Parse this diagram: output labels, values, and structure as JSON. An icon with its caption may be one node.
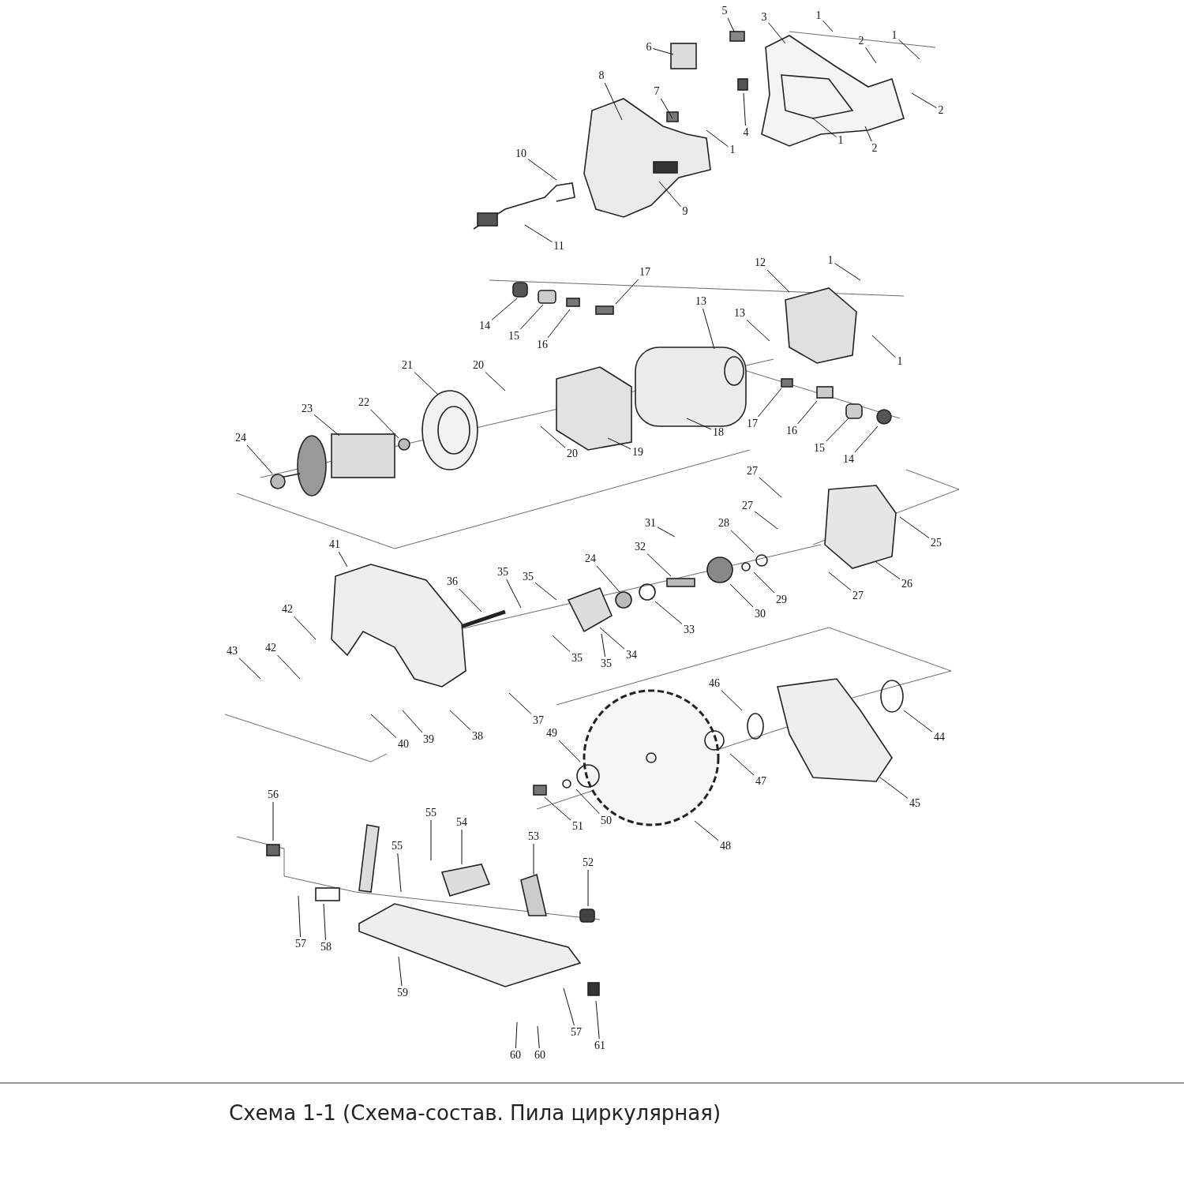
{
  "diagram": {
    "caption": "Схема 1-1 (Схема-состав. Пила циркулярная)",
    "nodes": [
      {
        "text": [
          "1"
        ]
      },
      {
        "text": [
          "1"
        ]
      },
      {
        "text": [
          "2"
        ]
      },
      {
        "text": [
          "3"
        ]
      },
      {
        "text": [
          "5"
        ]
      },
      {
        "text": [
          "6"
        ]
      },
      {
        "text": [
          "7"
        ]
      },
      {
        "text": [
          "8"
        ]
      },
      {
        "text": [
          "2"
        ]
      },
      {
        "text": [
          "1"
        ]
      },
      {
        "text": [
          "4"
        ]
      },
      {
        "text": [
          "1"
        ]
      },
      {
        "text": [
          "2"
        ]
      },
      {
        "text": [
          "10"
        ]
      },
      {
        "text": [
          "9"
        ]
      },
      {
        "text": [
          "11"
        ]
      },
      {
        "text": [
          "1"
        ]
      },
      {
        "text": [
          "12"
        ]
      },
      {
        "text": [
          "17"
        ]
      },
      {
        "text": [
          "13"
        ]
      },
      {
        "text": [
          "13"
        ]
      },
      {
        "text": [
          "14"
        ]
      },
      {
        "text": [
          "15"
        ]
      },
      {
        "text": [
          "16"
        ]
      },
      {
        "text": [
          "1"
        ]
      },
      {
        "text": [
          "20"
        ]
      },
      {
        "text": [
          "21"
        ]
      },
      {
        "text": [
          "23"
        ]
      },
      {
        "text": [
          "22"
        ]
      },
      {
        "text": [
          "24"
        ]
      },
      {
        "text": [
          "17"
        ]
      },
      {
        "text": [
          "16"
        ]
      },
      {
        "text": [
          "15"
        ]
      },
      {
        "text": [
          "14"
        ]
      },
      {
        "text": [
          "18"
        ]
      },
      {
        "text": [
          "19"
        ]
      },
      {
        "text": [
          "20"
        ]
      },
      {
        "text": [
          "27"
        ]
      },
      {
        "text": [
          "27"
        ]
      },
      {
        "text": [
          "25"
        ]
      },
      {
        "text": [
          "26"
        ]
      },
      {
        "text": [
          "28"
        ]
      },
      {
        "text": [
          "31"
        ]
      },
      {
        "text": [
          "32"
        ]
      },
      {
        "text": [
          "41"
        ]
      },
      {
        "text": [
          "24"
        ]
      },
      {
        "text": [
          "35"
        ]
      },
      {
        "text": [
          "35"
        ]
      },
      {
        "text": [
          "36"
        ]
      },
      {
        "text": [
          "29"
        ]
      },
      {
        "text": [
          "27"
        ]
      },
      {
        "text": [
          "30"
        ]
      },
      {
        "text": [
          "33"
        ]
      },
      {
        "text": [
          "42"
        ]
      },
      {
        "text": [
          "34"
        ]
      },
      {
        "text": [
          "35"
        ]
      },
      {
        "text": [
          "35"
        ]
      },
      {
        "text": [
          "43"
        ]
      },
      {
        "text": [
          "42"
        ]
      },
      {
        "text": [
          "46"
        ]
      },
      {
        "text": [
          "44"
        ]
      },
      {
        "text": [
          "37"
        ]
      },
      {
        "text": [
          "38"
        ]
      },
      {
        "text": [
          "39"
        ]
      },
      {
        "text": [
          "40"
        ]
      },
      {
        "text": [
          "49"
        ]
      },
      {
        "text": [
          "47"
        ]
      },
      {
        "text": [
          "45"
        ]
      },
      {
        "text": [
          "50"
        ]
      },
      {
        "text": [
          "51"
        ]
      },
      {
        "text": [
          "48"
        ]
      },
      {
        "text": [
          "56"
        ]
      },
      {
        "text": [
          "55"
        ]
      },
      {
        "text": [
          "54"
        ]
      },
      {
        "text": [
          "53"
        ]
      },
      {
        "text": [
          "55"
        ]
      },
      {
        "text": [
          "52"
        ]
      },
      {
        "text": [
          "57"
        ]
      },
      {
        "text": [
          "58"
        ]
      },
      {
        "text": [
          "59"
        ]
      },
      {
        "text": [
          "57"
        ]
      },
      {
        "text": [
          "60"
        ]
      },
      {
        "text": [
          "60"
        ]
      },
      {
        "text": [
          "61"
        ]
      }
    ],
    "edges": [
      {
        "from": 0,
        "to": null,
        "arrow": "none"
      },
      {
        "from": 1,
        "to": null,
        "arrow": "none"
      },
      {
        "from": 2,
        "to": null,
        "arrow": "none"
      },
      {
        "from": 3,
        "to": null,
        "arrow": "none"
      },
      {
        "from": 4,
        "to": null,
        "arrow": "none"
      },
      {
        "from": 5,
        "to": null,
        "arrow": "none"
      },
      {
        "from": 6,
        "to": null,
        "arrow": "none"
      },
      {
        "from": 7,
        "to": null,
        "arrow": "none"
      },
      {
        "from": 8,
        "to": null,
        "arrow": "none"
      },
      {
        "from": 9,
        "to": null,
        "arrow": "none"
      },
      {
        "from": 10,
        "to": null,
        "arrow": "none"
      },
      {
        "from": 11,
        "to": null,
        "arrow": "none"
      },
      {
        "from": 12,
        "to": null,
        "arrow": "none"
      },
      {
        "from": 13,
        "to": null,
        "arrow": "none"
      },
      {
        "from": 14,
        "to": null,
        "arrow": "none"
      },
      {
        "from": 15,
        "to": null,
        "arrow": "none"
      },
      {
        "from": 16,
        "to": null,
        "arrow": "none"
      },
      {
        "from": 17,
        "to": null,
        "arrow": "none"
      },
      {
        "from": 18,
        "to": null,
        "arrow": "none"
      },
      {
        "from": 19,
        "to": null,
        "arrow": "none"
      },
      {
        "from": 20,
        "to": null,
        "arrow": "none"
      },
      {
        "from": 21,
        "to": null,
        "arrow": "none"
      },
      {
        "from": 22,
        "to": null,
        "arrow": "none"
      },
      {
        "from": 23,
        "to": null,
        "arrow": "none"
      },
      {
        "from": 24,
        "to": null,
        "arrow": "none"
      },
      {
        "from": 25,
        "to": null,
        "arrow": "none"
      },
      {
        "from": 26,
        "to": null,
        "arrow": "none"
      },
      {
        "from": 27,
        "to": null,
        "arrow": "none"
      },
      {
        "from": 28,
        "to": null,
        "arrow": "none"
      },
      {
        "from": 29,
        "to": null,
        "arrow": "none"
      },
      {
        "from": 30,
        "to": null,
        "arrow": "none"
      },
      {
        "from": 31,
        "to": null,
        "arrow": "none"
      },
      {
        "from": 32,
        "to": null,
        "arrow": "none"
      },
      {
        "from": 33,
        "to": null,
        "arrow": "none"
      },
      {
        "from": 34,
        "to": null,
        "arrow": "none"
      },
      {
        "from": 35,
        "to": null,
        "arrow": "none"
      },
      {
        "from": 36,
        "to": null,
        "arrow": "none"
      },
      {
        "from": 37,
        "to": null,
        "arrow": "none"
      },
      {
        "from": 38,
        "to": null,
        "arrow": "none"
      },
      {
        "from": 39,
        "to": null,
        "arrow": "none"
      },
      {
        "from": 40,
        "to": null,
        "arrow": "none"
      },
      {
        "from": 41,
        "to": null,
        "arrow": "none"
      },
      {
        "from": 42,
        "to": null,
        "arrow": "none"
      },
      {
        "from": 43,
        "to": null,
        "arrow": "none"
      },
      {
        "from": 44,
        "to": null,
        "arrow": "none"
      },
      {
        "from": 45,
        "to": null,
        "arrow": "none"
      },
      {
        "from": 46,
        "to": null,
        "arrow": "none"
      },
      {
        "from": 47,
        "to": null,
        "arrow": "none"
      },
      {
        "from": 48,
        "to": null,
        "arrow": "none"
      },
      {
        "from": 49,
        "to": null,
        "arrow": "none"
      },
      {
        "from": 50,
        "to": null,
        "arrow": "none"
      },
      {
        "from": 51,
        "to": null,
        "arrow": "none"
      },
      {
        "from": 52,
        "to": null,
        "arrow": "none"
      },
      {
        "from": 53,
        "to": null,
        "arrow": "none"
      },
      {
        "from": 54,
        "to": null,
        "arrow": "none"
      },
      {
        "from": 55,
        "to": null,
        "arrow": "none"
      },
      {
        "from": 56,
        "to": null,
        "arrow": "none"
      },
      {
        "from": 57,
        "to": null,
        "arrow": "none"
      },
      {
        "from": 58,
        "to": null,
        "arrow": "none"
      },
      {
        "from": 59,
        "to": null,
        "arrow": "none"
      },
      {
        "from": 60,
        "to": null,
        "arrow": "none"
      },
      {
        "from": 61,
        "to": null,
        "arrow": "none"
      },
      {
        "from": 62,
        "to": null,
        "arrow": "none"
      },
      {
        "from": 63,
        "to": null,
        "arrow": "none"
      },
      {
        "from": 64,
        "to": null,
        "arrow": "none"
      },
      {
        "from": 65,
        "to": null,
        "arrow": "none"
      },
      {
        "from": 66,
        "to": null,
        "arrow": "none"
      },
      {
        "from": 67,
        "to": null,
        "arrow": "none"
      },
      {
        "from": 68,
        "to": null,
        "arrow": "none"
      },
      {
        "from": 69,
        "to": null,
        "arrow": "none"
      },
      {
        "from": 70,
        "to": null,
        "arrow": "none"
      },
      {
        "from": 71,
        "to": null,
        "arrow": "none"
      },
      {
        "from": 72,
        "to": null,
        "arrow": "none"
      },
      {
        "from": 73,
        "to": null,
        "arrow": "none"
      },
      {
        "from": 74,
        "to": null,
        "arrow": "none"
      },
      {
        "from": 75,
        "to": null,
        "arrow": "none"
      },
      {
        "from": 76,
        "to": null,
        "arrow": "none"
      },
      {
        "from": 77,
        "to": null,
        "arrow": "none"
      },
      {
        "from": 78,
        "to": null,
        "arrow": "none"
      },
      {
        "from": 79,
        "to": null,
        "arrow": "none"
      },
      {
        "from": 80,
        "to": null,
        "arrow": "none"
      },
      {
        "from": 81,
        "to": null,
        "arrow": "none"
      },
      {
        "from": 82,
        "to": null,
        "arrow": "none"
      },
      {
        "from": 83,
        "to": null,
        "arrow": "none"
      }
    ]
  }
}
